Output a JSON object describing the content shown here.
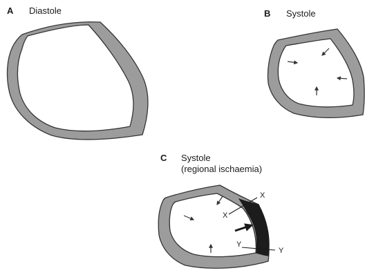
{
  "panels": {
    "a": {
      "letter": "A",
      "title": "Diastole"
    },
    "b": {
      "letter": "B",
      "title": "Systole"
    },
    "c": {
      "letter": "C",
      "title_line1": "Systole",
      "title_line2": "(regional ischaemia)",
      "labels": {
        "x_outer": "X",
        "x_inner": "X",
        "y_inner": "Y",
        "y_outer": "Y"
      }
    }
  },
  "colors": {
    "wall": "#9c9c9c",
    "ischaemic_wall": "#1c1c1c",
    "cavity": "#ffffff",
    "outline": "#333333"
  }
}
